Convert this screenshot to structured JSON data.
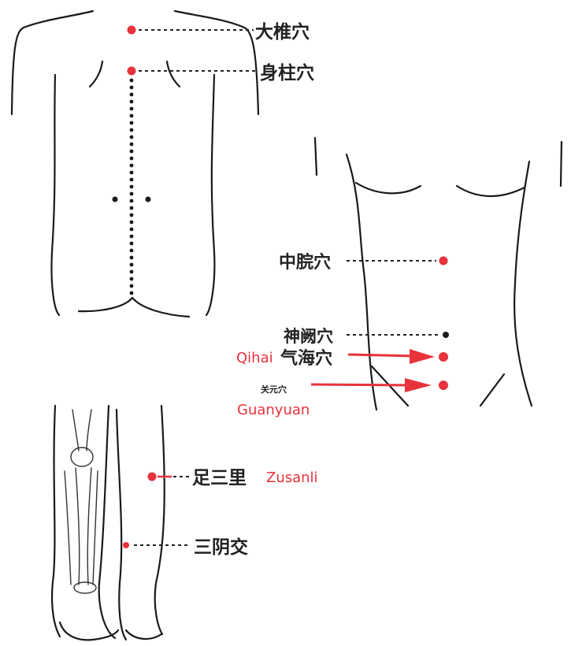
{
  "colors": {
    "point": "#e8323c",
    "english_label": "#e8323c",
    "line": "#1a1a1a"
  },
  "labels": {
    "dazhui": "大椎穴",
    "shenzhu": "身柱穴",
    "zhongwan": "中脘穴",
    "shenque": "神阙穴",
    "qihai_cn": "气海穴",
    "qihai_en": "Qihai",
    "guanyuan_cn": "关元穴",
    "guanyuan_en": "Guanyuan",
    "zusanli_cn": "足三里",
    "zusanli_en": "Zusanli",
    "sanyinjiao": "三阴交"
  }
}
